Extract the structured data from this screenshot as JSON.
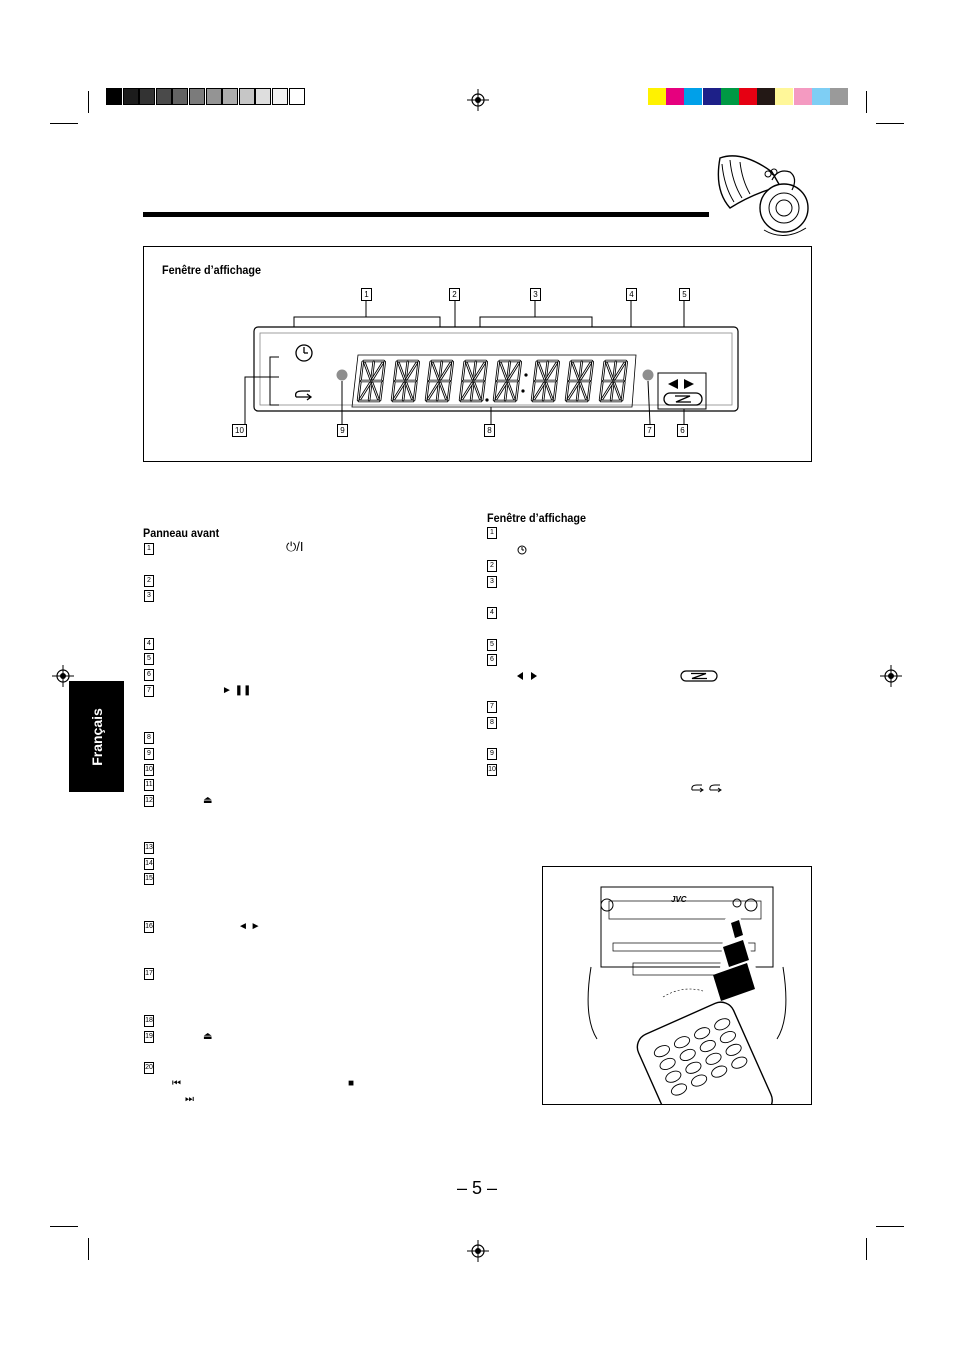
{
  "page": {
    "number": "– 5 –",
    "side_tab": "Français"
  },
  "diagram": {
    "title": "Fenêtre d’affichage",
    "callouts": [
      "1",
      "2",
      "3",
      "4",
      "5",
      "6",
      "7",
      "8",
      "9",
      "10"
    ]
  },
  "front_panel": {
    "title": "Panneau avant",
    "items": [
      "1",
      "2",
      "3",
      "4",
      "5",
      "6",
      "7",
      "8",
      "9",
      "10",
      "11",
      "12",
      "13",
      "14",
      "15",
      "16",
      "17",
      "18",
      "19",
      "20"
    ],
    "symbols": {
      "power": "⏻/I",
      "play_pause": "► ❚❚",
      "eject": "⏏",
      "tape_dir": "◄ ►",
      "prev": "⏮",
      "next": "⏭",
      "stop": "■"
    }
  },
  "display_list": {
    "title": "Fenêtre d’affichage",
    "items": [
      "1",
      "2",
      "3",
      "4",
      "5",
      "6",
      "7",
      "8",
      "9",
      "10"
    ]
  },
  "remote_panel": {
    "brand": "JVC"
  },
  "colors": {
    "gray_bar": [
      "#000000",
      "#1c1c1c",
      "#333333",
      "#4a4a4a",
      "#636363",
      "#7b7b7b",
      "#949494",
      "#adadad",
      "#c6c6c6",
      "#dedede",
      "#f2f2f2",
      "#ffffff"
    ],
    "color_bar": [
      "#fff200",
      "#e6007e",
      "#00a0e9",
      "#1d2088",
      "#009944",
      "#e60012",
      "#231815",
      "#fff799",
      "#f49ac1",
      "#7ecef4",
      "#9a9a9a"
    ]
  }
}
